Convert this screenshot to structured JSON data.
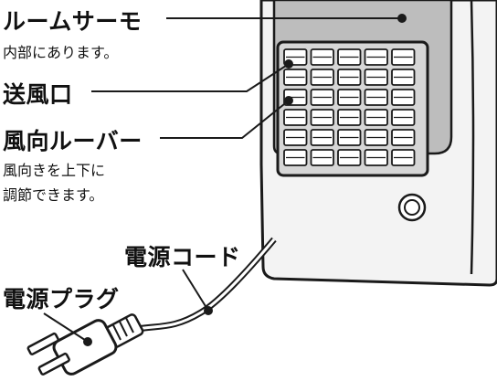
{
  "labels": {
    "room_thermo": {
      "title": "ルームサーモ",
      "note": "内部にあります。"
    },
    "outlet": {
      "title": "送風口"
    },
    "louver": {
      "title": "風向ルーバー",
      "note_line1": "風向きを上下に",
      "note_line2": "調節できます。"
    },
    "cord": {
      "title": "電源コード"
    },
    "plug": {
      "title": "電源プラグ"
    }
  },
  "colors": {
    "text": "#111111",
    "outline": "#1a1a1a",
    "body_fill": "#f3f3f3",
    "panel_fill": "#bdbdbd",
    "grille_fill": "#d6d6d6"
  }
}
